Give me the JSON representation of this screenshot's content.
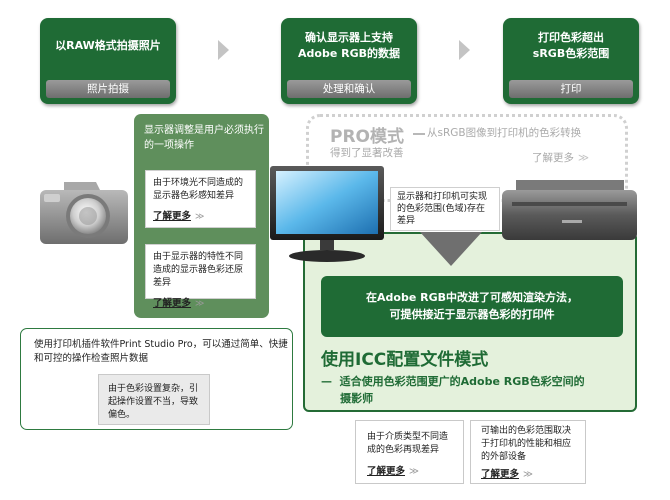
{
  "steps": [
    {
      "title": "以RAW格式拍摄照片",
      "label": "照片拍摄"
    },
    {
      "title": "确认显示器上支持\nAdobe RGB的数据",
      "label": "处理和确认"
    },
    {
      "title": "打印色彩超出\nsRGB色彩范围",
      "label": "打印"
    }
  ],
  "monitor_panel": {
    "heading": "显示器调整是用户必须执行的一项操作",
    "card1_text": "由于环境光不同造成的显示器色彩感知差异",
    "card2_text": "由于显示器的特性不同造成的显示器色彩还原差异",
    "more_label": "了解更多",
    "arrow": "≫"
  },
  "pro_mode": {
    "title": "PRO模式",
    "description": "从sRGB图像到打印机的色彩转换",
    "subtitle": "得到了显著改善",
    "more_label": "了解更多",
    "arrow": "≫"
  },
  "monitor_note": "显示器和打印机可实现的色彩范围(色域)存在差异",
  "icc_mode": {
    "banner": "在Adobe RGB中改进了可感知渲染方法，\n可提供接近于显示器色彩的打印件",
    "title": "使用ICC配置文件模式",
    "description": "—  适合使用色彩范围更广的Adobe RGB色彩空间的\n     摄影师"
  },
  "print_studio": {
    "text": "使用打印机插件软件Print Studio Pro，可以通过简单、快捷和可控的操作检查照片数据",
    "card_text": "由于色彩设置复杂，引起操作设置不当，导致偏色。"
  },
  "bottom_cards": [
    {
      "text": "由于介质类型不同造成的色彩再现差异",
      "more_label": "了解更多",
      "arrow": "≫"
    },
    {
      "text": "可输出的色彩范围取决于打印机的性能和相应的外部设备",
      "more_label": "了解更多",
      "arrow": "≫"
    }
  ],
  "colors": {
    "dark_green": "#1f6b35",
    "panel_green": "#5f8f5c",
    "light_green": "#e4f1dc",
    "gray_text": "#aaaaaa"
  },
  "icons": [
    "camera-icon",
    "monitor-icon",
    "printer-icon",
    "chevron-right-icon"
  ]
}
